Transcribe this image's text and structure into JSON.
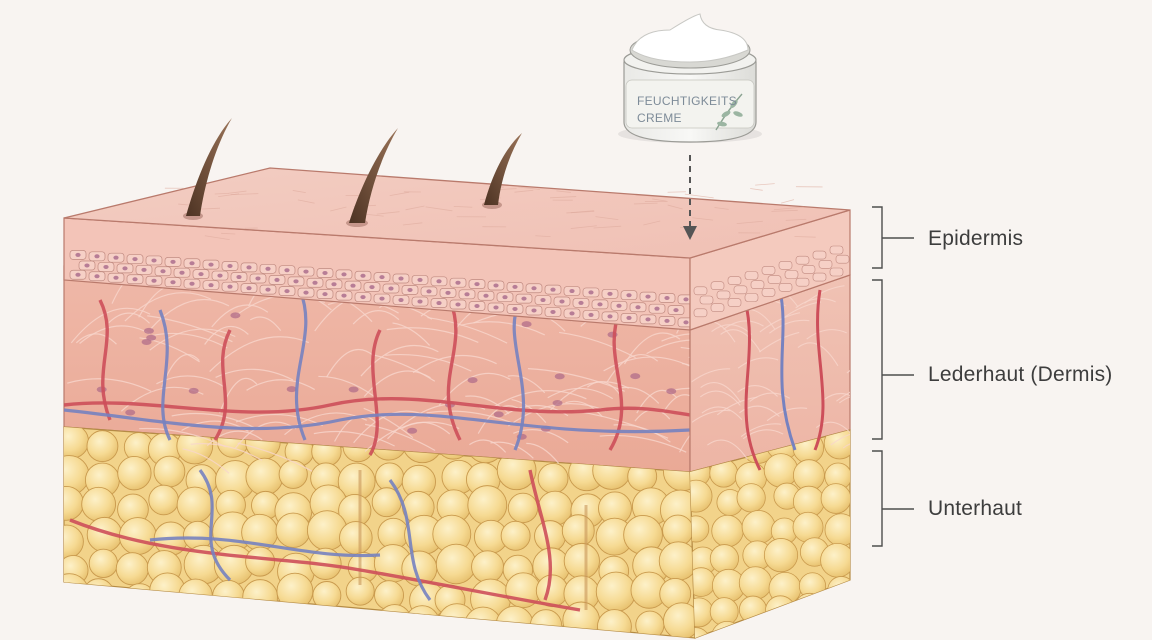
{
  "diagram": {
    "layers": {
      "epidermis": "Epidermis",
      "dermis": "Lederhaut (Dermis)",
      "subcutis": "Unterhaut"
    },
    "product": {
      "line1": "FEUCHTIGKEITS",
      "line2": "CREME"
    }
  },
  "colors": {
    "background": "#f8f4f1",
    "epidermis_top": "#f2c8bd",
    "dermis": "#eeb3a3",
    "fat": "#f6dc98",
    "artery": "#cd4f5a",
    "vein": "#7682c0",
    "hair": "#6b4b36"
  }
}
